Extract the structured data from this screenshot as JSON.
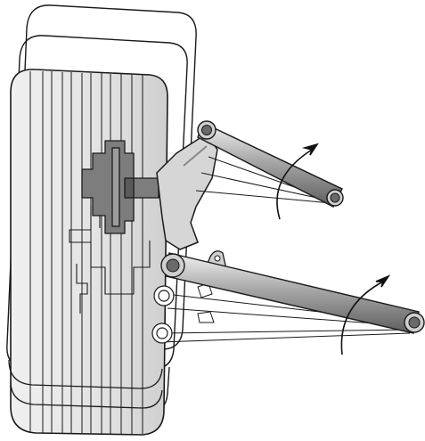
{
  "diagram": {
    "colors": {
      "background": "#ffffff",
      "outline": "#1a1a1a",
      "tire_fill": "#e4e4e4",
      "tire_ghost": "#ffffff",
      "hub_fill": "#7d7d7d",
      "knuckle_fill": "#d6d6d6",
      "arm_tube": "#9a9a9a",
      "arm_highlight": "#e8e8e8",
      "arrow": "#111111"
    },
    "parts": [
      "wheel-tire",
      "wheel-hub",
      "steering-knuckle",
      "upper-control-arm",
      "lower-control-arm",
      "ball-joint",
      "rotation-arrow"
    ]
  }
}
